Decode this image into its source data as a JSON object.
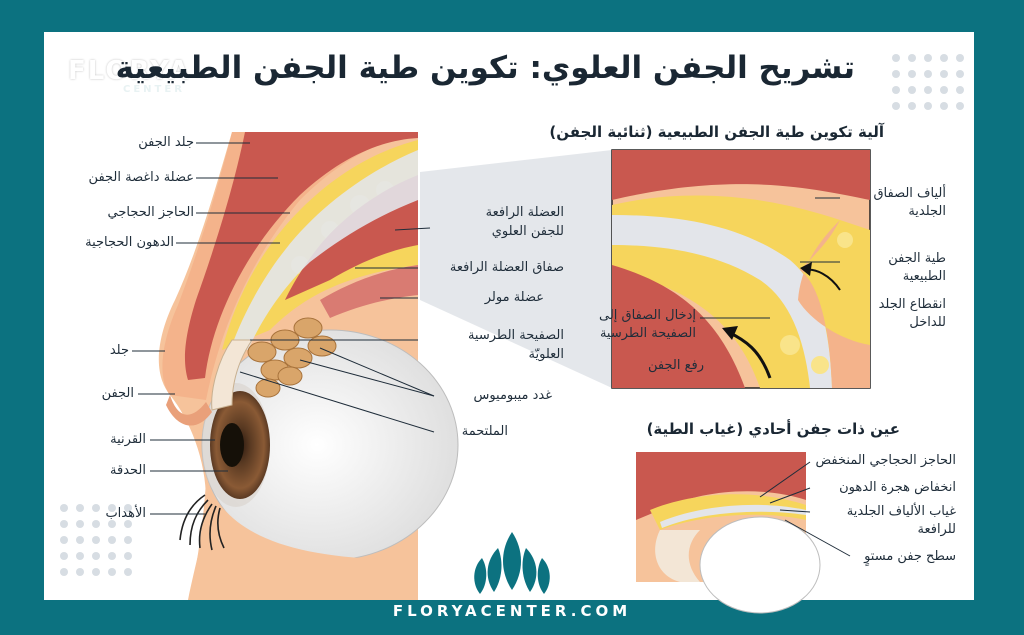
{
  "title": "تشريح الجفن العلوي: تكوين طية الجفن الطبيعية",
  "logo": {
    "name": "FLORYA",
    "sub": "CENTER"
  },
  "footer": "FLORYACENTER.COM",
  "colors": {
    "frame": "#0c7280",
    "muscle": "#c0504d",
    "fat": "#f6d55c",
    "skin": "#f6c39b",
    "label_line": "#1f2d3a"
  },
  "left_labels": [
    "جلد الجفن",
    "عضلة داغصة الجفن",
    "الحاجز الحجاجي",
    "الدهون الحجاجية",
    "جلد",
    "الجفن",
    "القرنية",
    "الحدقة",
    "الأهداب"
  ],
  "middle_labels": [
    "العضلة الرافعة",
    "للجفن العلوي",
    "صفاق العضلة الرافعة",
    "عضلة مولر",
    "الصفيحة الطرسية",
    "العلويّة",
    "غدد ميبوميوس",
    "الملتحمة"
  ],
  "panel1": {
    "title": "آلية تكوين طية الجفن الطبيعية (ثنائية الجفن)",
    "labels": [
      "ألياف الصفاق",
      "الجلدية",
      "طية الجفن",
      "الطبيعية",
      "انقطاع الجلد",
      "للداخل",
      "إدخال الصفاق إلى",
      "الصفيحة الطرسية",
      "رفع الجفن"
    ]
  },
  "panel2": {
    "title": "عين ذات جفن أحادي (غياب الطية)",
    "labels": [
      "الحاجز الحجاجي المنخفض",
      "انخفاض هجرة الدهون",
      "غياب الألياف الجلدية",
      "للرافعة",
      "سطح جفن مستوٍ"
    ]
  }
}
